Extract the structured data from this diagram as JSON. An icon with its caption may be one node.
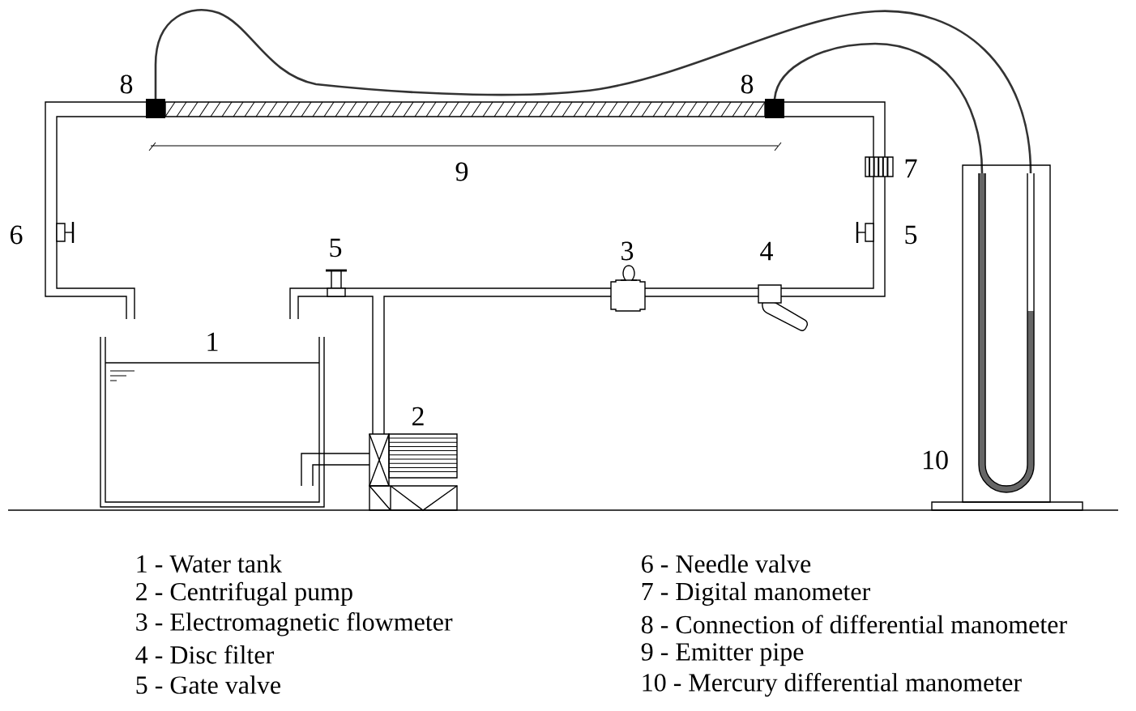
{
  "diagram": {
    "labels": [
      "8",
      "8",
      "9",
      "7",
      "6",
      "5",
      "5",
      "3",
      "4",
      "1",
      "2",
      "10",
      "1 - Water tank",
      "2 - Centrifugal pump",
      "3 - Electromagnetic flowmeter",
      "4 - Disc filter",
      "5 - Gate valve",
      "6 - Needle valve",
      "7 - Digital manometer",
      "8 - Connection of differential manometer",
      "9 - Emitter pipe",
      "10 - Mercury differential manometer"
    ]
  }
}
